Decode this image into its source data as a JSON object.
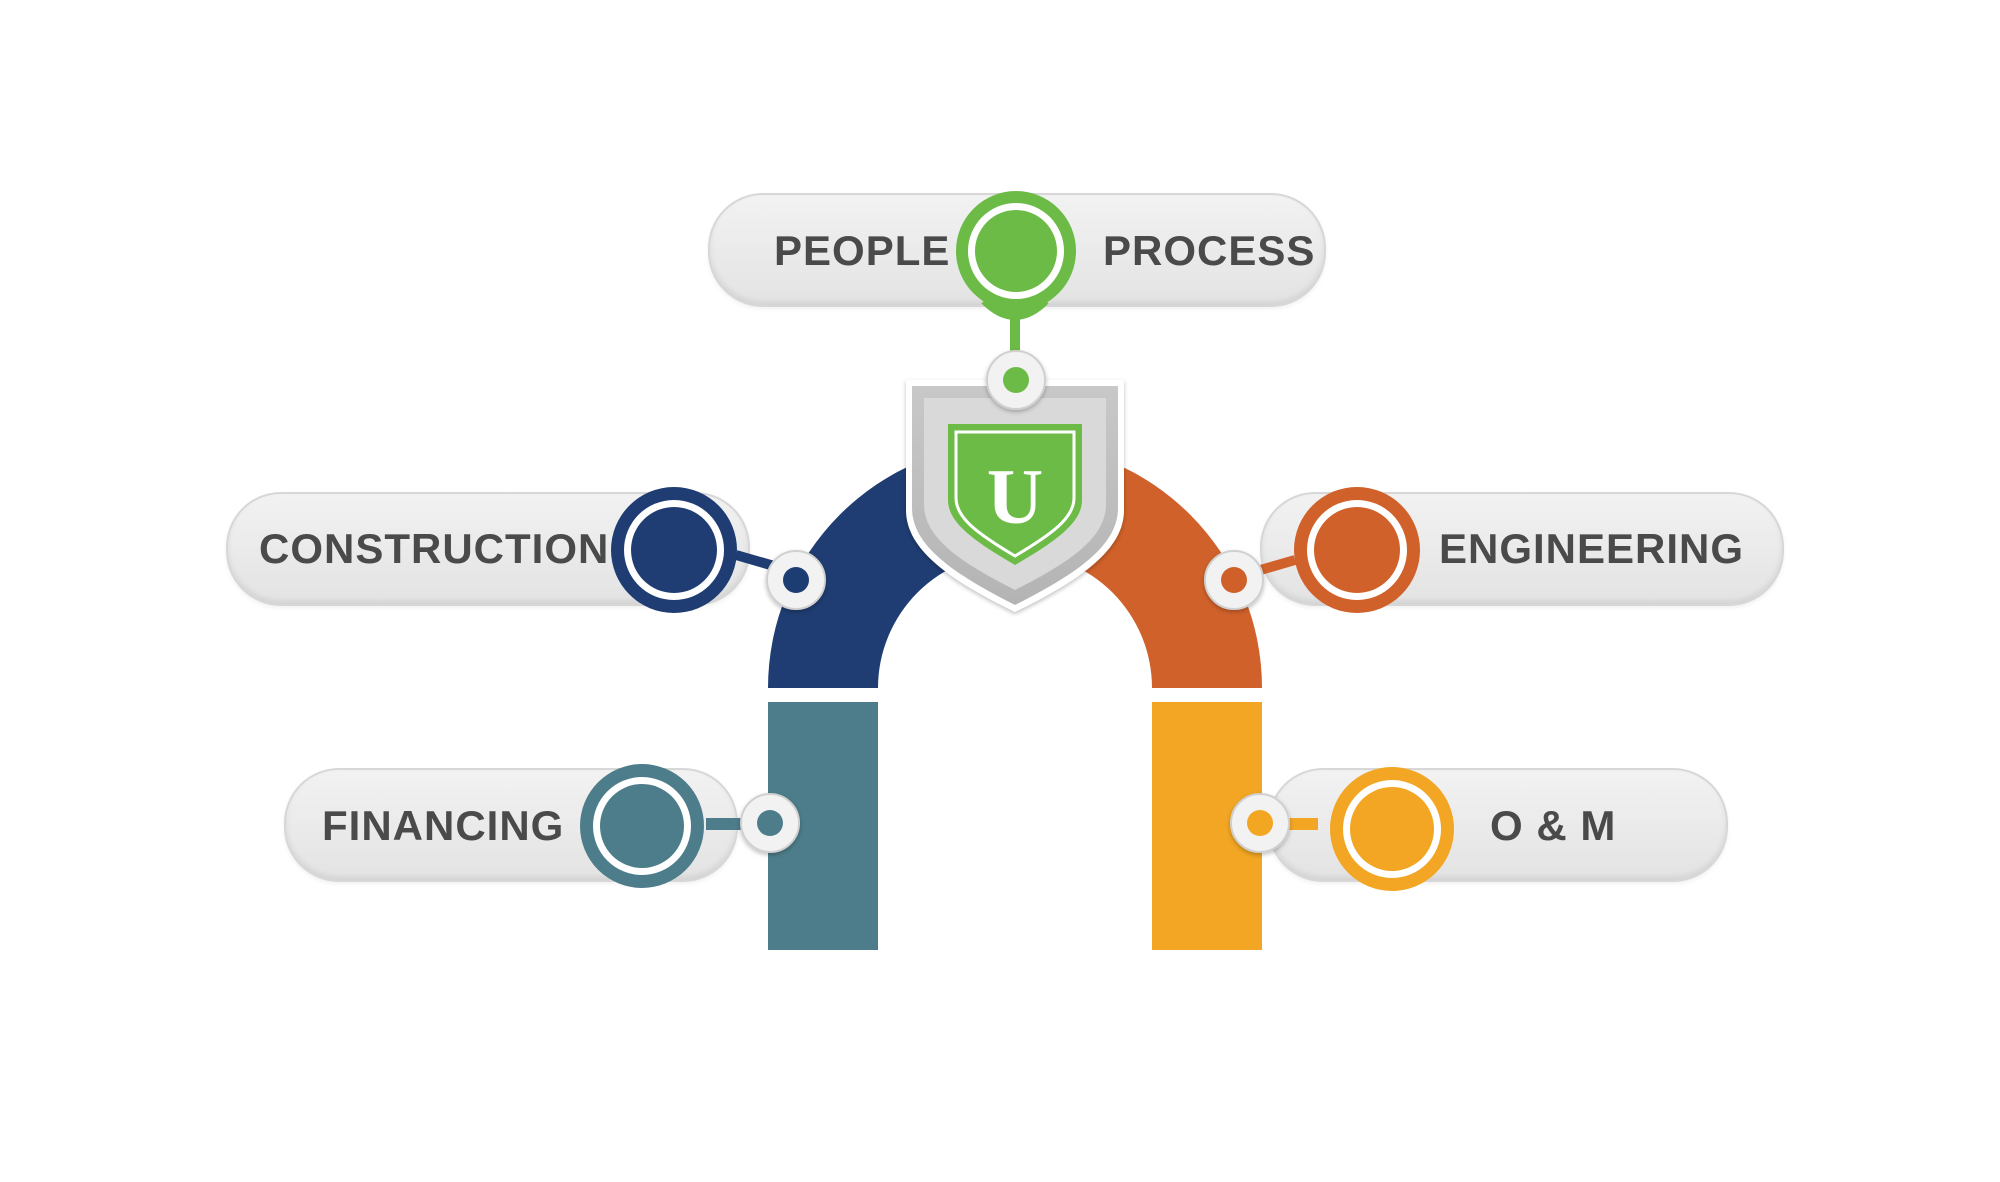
{
  "logo": {
    "letter": "U"
  },
  "labels": {
    "people": "PEOPLE",
    "process": "PROCESS",
    "construction": "CONSTRUCTION",
    "engineering": "ENGINEERING",
    "financing": "FINANCING",
    "om": "O & M"
  },
  "colors": {
    "green": "#6cbb46",
    "navy": "#1f3d72",
    "teal": "#4d7d8a",
    "orange": "#d0612a",
    "amber": "#f2a623",
    "pill_gray": "#e8e8e8",
    "text_gray": "#4a4a4a"
  }
}
